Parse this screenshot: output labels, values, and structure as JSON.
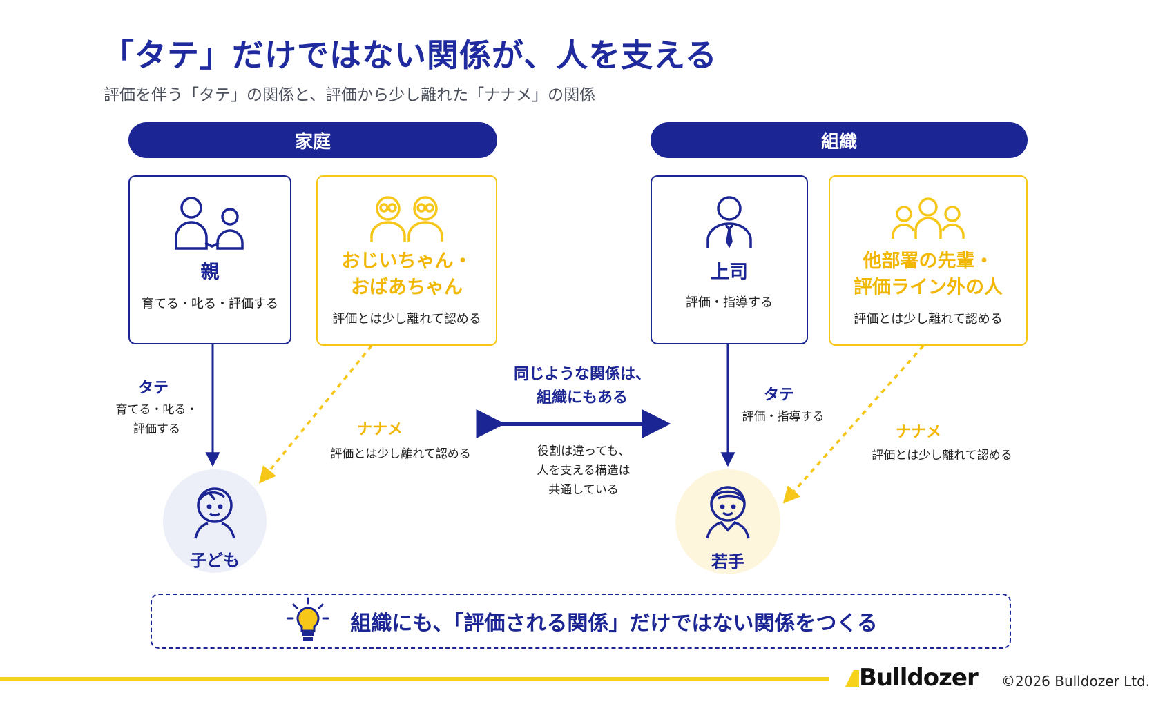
{
  "header": {
    "title": "「タテ」だけではない関係が、人を支える",
    "subtitle": "評価を伴う「タテ」の関係と、評価から少し離れた「ナナメ」の関係"
  },
  "sections": {
    "family": {
      "label": "家庭"
    },
    "organization": {
      "label": "組織"
    }
  },
  "family": {
    "parent": {
      "name": "親",
      "desc": "育てる・叱る・評価する",
      "icon": "parent-child-icon"
    },
    "grandparents": {
      "name": "おじいちゃん・\nおばあちゃん",
      "desc": "評価とは少し離れて認める",
      "icon": "grandparents-icon"
    },
    "vertical": {
      "title": "タテ",
      "desc": "育てる・叱る・\n評価する"
    },
    "diagonal": {
      "title": "ナナメ",
      "desc": "評価とは少し離れて認める"
    },
    "child": {
      "name": "子ども",
      "icon": "child-icon"
    }
  },
  "organization": {
    "boss": {
      "name": "上司",
      "desc": "評価・指導する",
      "icon": "boss-icon"
    },
    "seniors": {
      "name": "他部署の先輩・\n評価ライン外の人",
      "desc": "評価とは少し離れて認める",
      "icon": "group-icon"
    },
    "vertical": {
      "title": "タテ",
      "desc": "評価・指導する"
    },
    "diagonal": {
      "title": "ナナメ",
      "desc": "評価とは少し離れて認める"
    },
    "junior": {
      "name": "若手",
      "icon": "young-person-icon"
    }
  },
  "center": {
    "heading": "同じような関係は、\n組織にもある",
    "desc": "役割は違っても、\n人を支える構造は\n共通している"
  },
  "callout": {
    "text": "組織にも、「評価される関係」だけではない関係をつくる",
    "icon": "lightbulb-icon"
  },
  "footer": {
    "logo": "Bulldozer",
    "copyright": "©2026 Bulldozer Ltd."
  },
  "colors": {
    "navy": "#1c2594",
    "yellow": "#f6c719",
    "child_bg": "#eceef8",
    "junior_bg": "#fdf5dc"
  }
}
